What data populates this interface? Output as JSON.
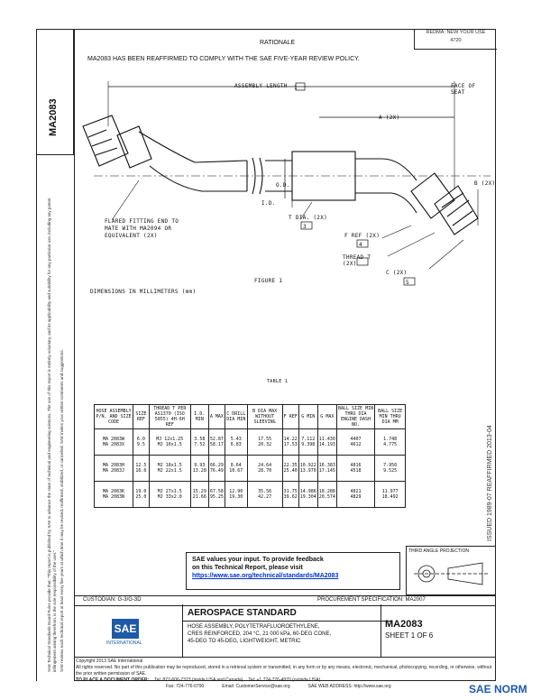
{
  "header": {
    "top_box_line1": "REDMA: NEW YOUR USE",
    "top_box_line2": "4720",
    "rationale_title": "RATIONALE",
    "rationale_text": "MA2083 HAS BEEN REAFFIRMED TO COMPLY WITH THE SAE FIVE-YEAR REVIEW POLICY."
  },
  "spine": {
    "doc_number": "MA2083",
    "left_text_1": "SAE Technical Standards Board Rules provide that: \"This report is published by SAE to advance the state of technical and engineering sciences. The use of this report is entirely voluntary, and its applicability and suitability for any particular use, including any patent infringement arising therefrom, is the sole responsibility of the user.\"",
    "left_text_2": "SAE reviews each technical report at least every five years at which time it may be revised, reaffirmed, stabilized, or cancelled. SAE invites your written comments and suggestions."
  },
  "drawing": {
    "assembly_length": "ASSEMBLY LENGTH",
    "face_of_seat": "FACE OF SEAT",
    "a_dim": "A (2X)",
    "od": "O.D.",
    "id": "I.D.",
    "t_dia": "T DIA. (2X)",
    "b_dim": "B (2X)",
    "f_ref": "F REF (2X)",
    "thread": "THREAD T (2X)",
    "c_dim": "C (2X)",
    "flared_note_1": "FLARED FITTING END TO",
    "flared_note_2": "MATE WITH MA2094 OR",
    "flared_note_3": "EQUIVALENT (2X)",
    "figure_label": "FIGURE 1",
    "dimensions_note": "DIMENSIONS IN MILLIMETERS (mm)",
    "flag_1": "1",
    "flag_3": "3",
    "flag_4": "4",
    "flag_5": "5"
  },
  "table": {
    "title": "TABLE 1",
    "headers": [
      "HOSE ASSEMBLY P/N, AND SIZE CODE",
      "SIZE REF",
      "THREAD T PER AS1370 (ISO 5855) 4H-6H REF",
      "I.D. MIN",
      "A MAX",
      "C DRILL DIA MIN",
      "B DIA MAX WITHOUT SLEEVING",
      "F REF",
      "G MIN",
      "G MAX",
      "BALL SIZE MIN THRU DIA ENGINE DASH NO.",
      "BALL SIZE MIN THRU DIA MM"
    ],
    "rows": [
      [
        "MA 2083W\nMA 2083X",
        "6.0\n9.5",
        "MJ 12x1.25\nMJ 16x1.5",
        "3.58\n7.52",
        "52.87\n58.17",
        "5.43\n6.83",
        "17.55\n20.32",
        "14.22\n17.53",
        "7.112\n9.398",
        "11.430\n14.193",
        "4407\n4612",
        "1.748\n4.775"
      ],
      [
        "MA 2083H\nMA 2083J",
        "12.5\n16.0",
        "MJ 18x1.5\nMJ 22x1.5",
        "9.93\n13.28",
        "66.29\n76.49",
        "8.64\n10.67",
        "24.64\n28.70",
        "22.35\n25.40",
        "10.922\n13.970",
        "16.383\n17.145",
        "4816\n4518",
        "7.950\n9.525"
      ],
      [
        "MA 2083K\nMA 2083N",
        "19.0\n25.0",
        "MJ 27x1.5\nMJ 33x2.0",
        "15.29\n21.66",
        "67.58\n95.25",
        "12.90\n19.30",
        "35.56\n42.27",
        "31.75\n39.62",
        "14.986\n19.304",
        "18.288\n20.574",
        "4821\n4829",
        "11.977\n18.492"
      ]
    ]
  },
  "side_note": "ISSUED 1989-07 REAFFIRMED 2013-04",
  "feedback": {
    "line1": "SAE values your input. To provide feedback",
    "line2": "on this Technical Report, please visit",
    "link": "https://www.sae.org/technical/standards/MA2083"
  },
  "projection_label": "THIRD ANGLE PROJECTION",
  "custodian": "CUSTODIAN: G-3/G-3D",
  "procurement": "PROCUREMENT SPECIFICATION: MA2007",
  "title_block": {
    "heading": "AEROSPACE STANDARD",
    "desc_1": "HOSE ASSEMBLY, POLYTETRAFLUOROETHYLENE,",
    "desc_2": "CRES REINFORCED, 204 °C, 21 000 kPa, 60-DEG CONE,",
    "desc_3": "45-DEG TO 45-DEG, LIGHTWEIGHT, METRIC",
    "doc_number": "MA2083",
    "sheet": "SHEET 1 OF 6",
    "logo_text": "SAE",
    "logo_sub": "INTERNATIONAL"
  },
  "footer": {
    "copyright": "Copyright 2013 SAE International",
    "rights": "All rights reserved. No part of this publication may be reproduced, stored in a retrieval system or transmitted, in any form or by any means, electronic, mechanical, photocopying, recording, or otherwise, without the prior written permission of SAE.",
    "order_label": "TO PLACE A DOCUMENT ORDER:",
    "tel": "Tel: 877-606-7323 (inside USA and Canada)",
    "tel2": "Tel: +1 724-776-4970 (outside USA)",
    "fax": "Fax: 724-776-0790",
    "email": "Email: CustomerService@sae.org",
    "web": "SAE WEB ADDRESS: http://www.sae.org"
  },
  "watermark": "SAE NORM"
}
